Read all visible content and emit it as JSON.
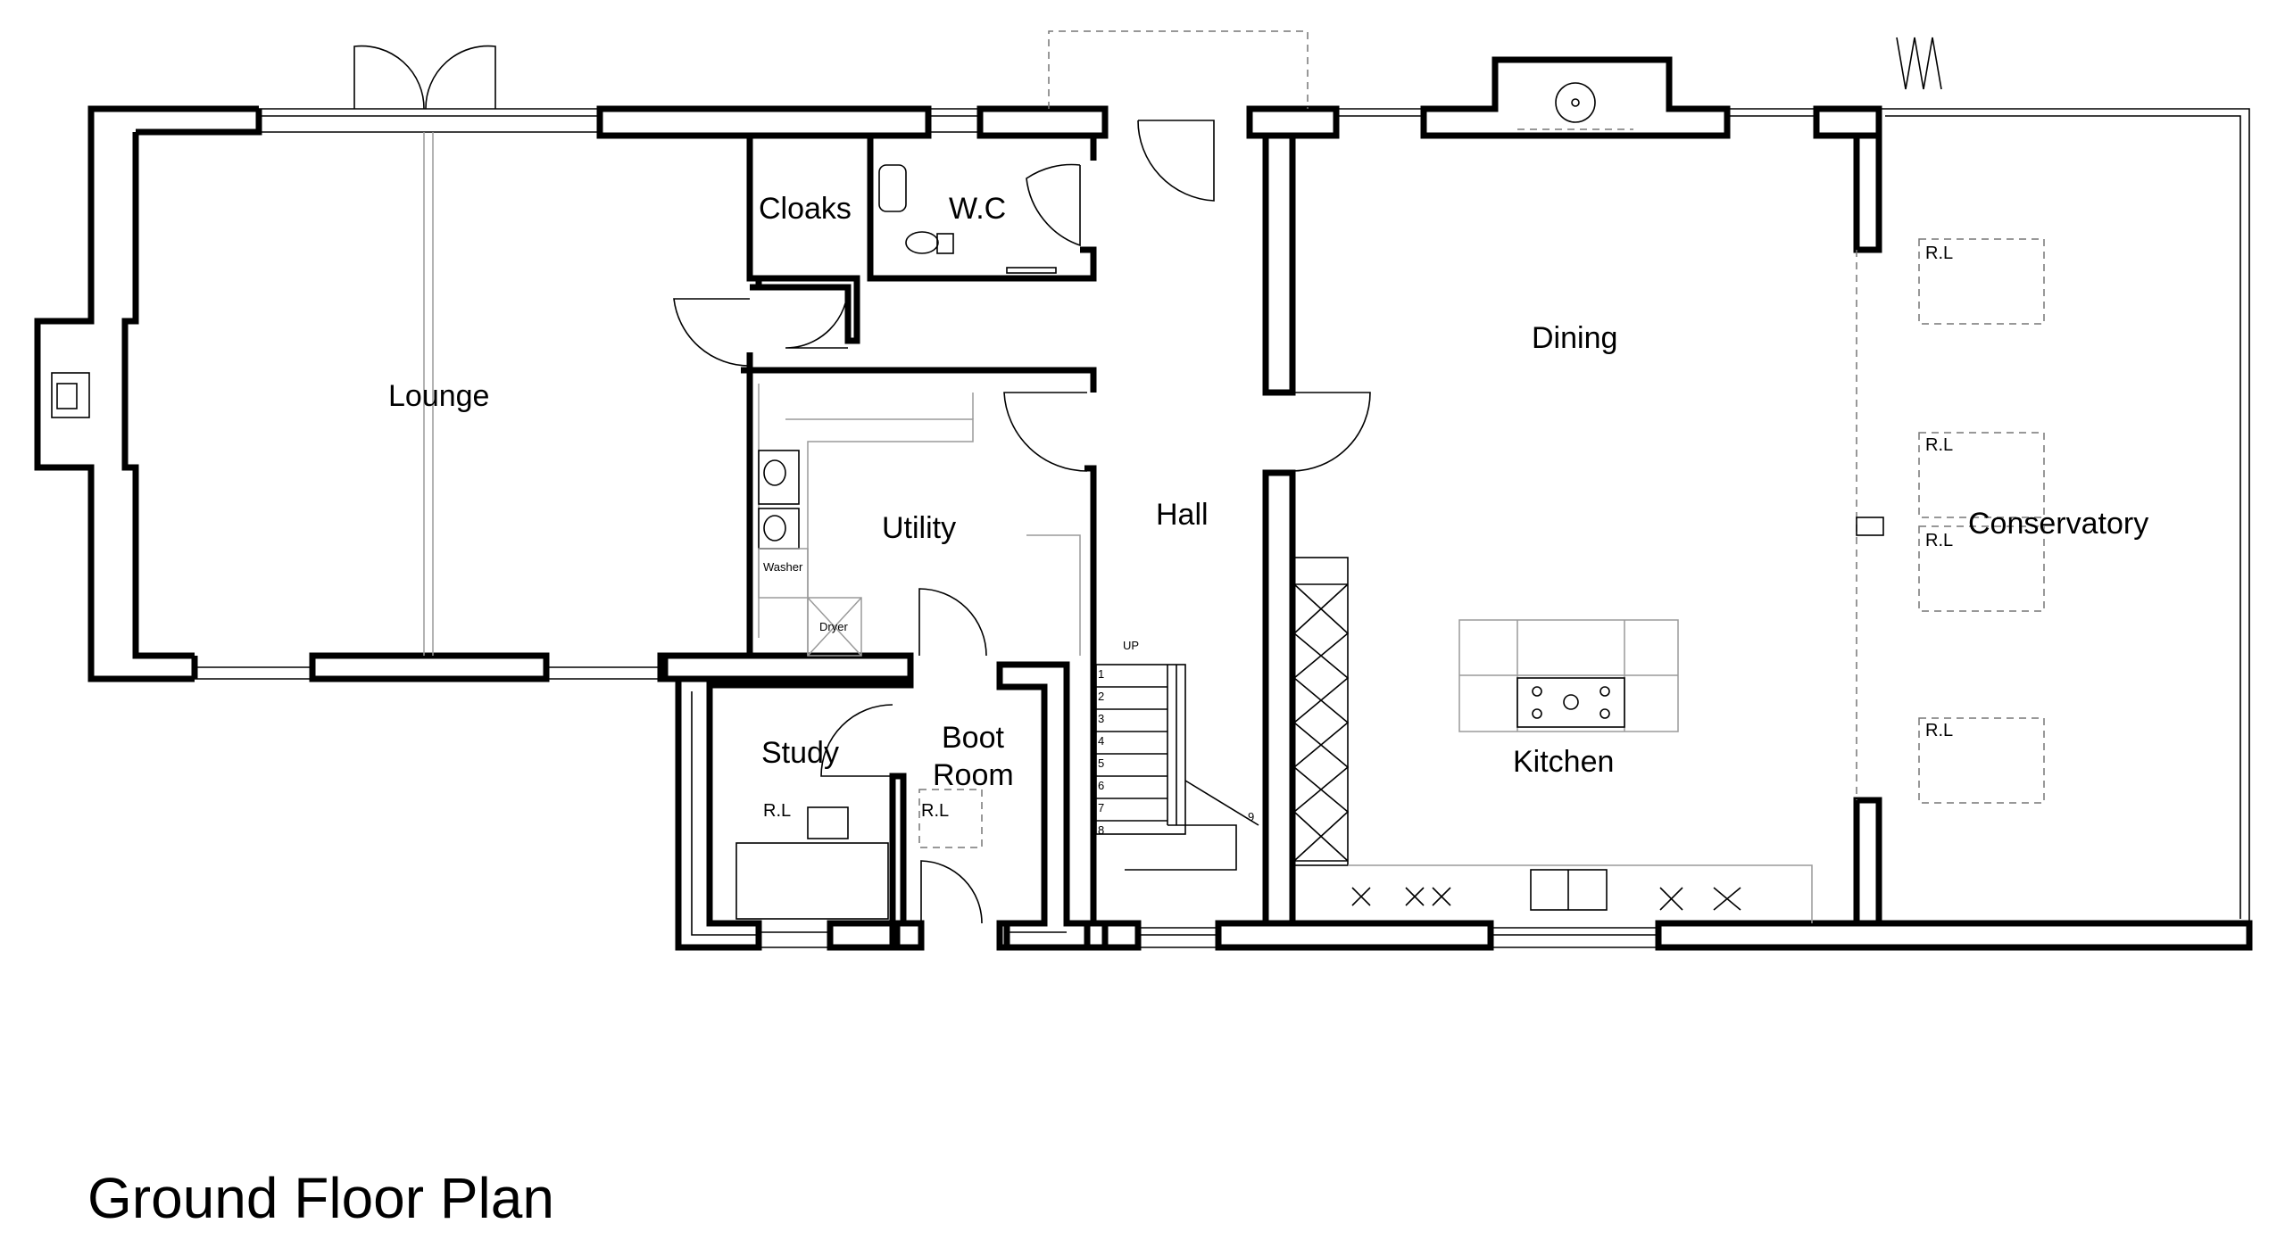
{
  "title": "Ground Floor Plan",
  "rooms": {
    "lounge": "Lounge",
    "cloaks": "Cloaks",
    "wc": "W.C",
    "utility": "Utility",
    "hall": "Hall",
    "dining": "Dining",
    "kitchen": "Kitchen",
    "conservatory": "Conservatory",
    "study": "Study",
    "boot": "Boot",
    "room": "Room"
  },
  "fixtures": {
    "washer": "Washer",
    "dryer": "Dryer",
    "stair_up": "UP",
    "radiator_label": "R.L"
  },
  "stair_steps": [
    "1",
    "2",
    "3",
    "4",
    "5",
    "6",
    "7",
    "8",
    "9"
  ]
}
